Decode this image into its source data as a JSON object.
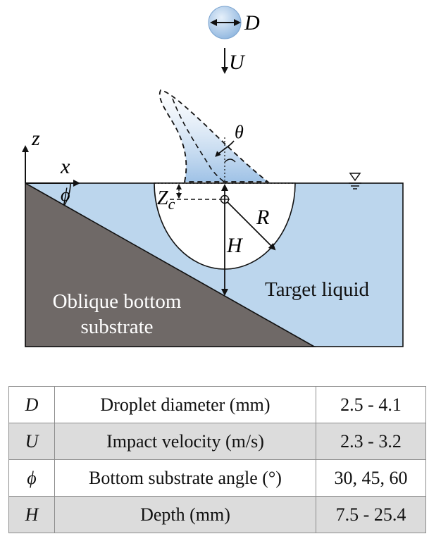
{
  "diagram": {
    "droplet_label": "D",
    "velocity_label": "U",
    "axis_z_label": "z",
    "axis_x_label": "x",
    "phi_label": "ϕ",
    "theta_label": "θ",
    "zc_label_main": "Z",
    "zc_label_sub": "c",
    "radius_label": "R",
    "depth_label": "H",
    "substrate_label_line1": "Oblique bottom",
    "substrate_label_line2": "substrate",
    "liquid_label": "Target liquid",
    "colors": {
      "liquid": "#bcd6ed",
      "substrate": "#6f6967",
      "cavity": "#ffffff",
      "outline": "#111111"
    }
  },
  "table": {
    "rows": [
      {
        "symbol": "D",
        "description": "Droplet diameter (mm)",
        "value": "2.5 - 4.1"
      },
      {
        "symbol": "U",
        "description": "Impact velocity (m/s)",
        "value": "2.3 - 3.2"
      },
      {
        "symbol": "ϕ",
        "description": "Bottom substrate angle (°)",
        "value": "30, 45, 60"
      },
      {
        "symbol": "H",
        "description": "Depth (mm)",
        "value": "7.5 - 25.4"
      }
    ]
  }
}
